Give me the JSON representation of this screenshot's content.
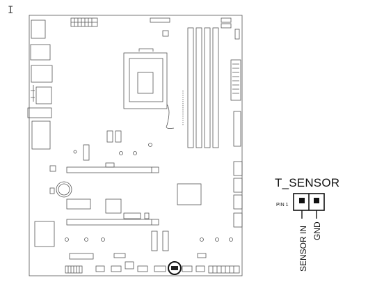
{
  "ui": {
    "cursor_glyph": "I"
  },
  "connector": {
    "title": "T_SENSOR",
    "pin_label": "PIN 1",
    "pins": [
      "SENSOR IN",
      "GND"
    ]
  },
  "colors": {
    "line": "#555555",
    "ink": "#111111",
    "background": "#ffffff"
  }
}
